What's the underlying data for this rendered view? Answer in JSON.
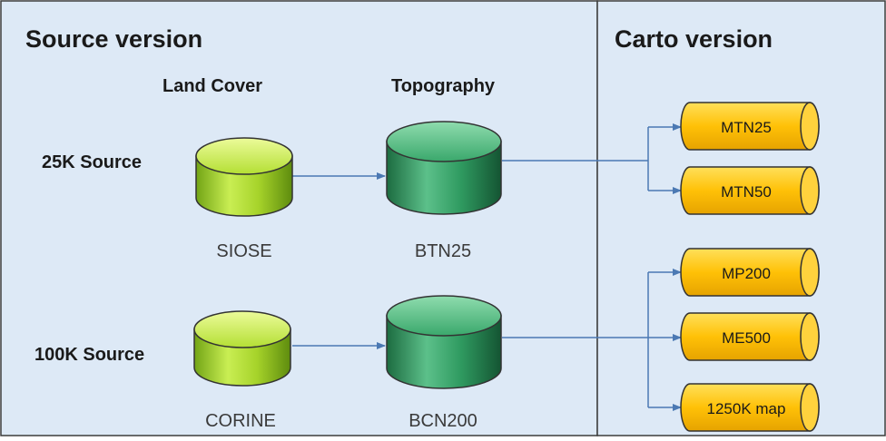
{
  "panels": {
    "source": {
      "title": "Source version"
    },
    "carto": {
      "title": "Carto version"
    }
  },
  "columns": {
    "land_cover": "Land Cover",
    "topography": "Topography"
  },
  "rows": {
    "k25": "25K Source",
    "k100": "100K Source"
  },
  "databases": {
    "siose": "SIOSE",
    "btn25": "BTN25",
    "corine": "CORINE",
    "bcn200": "BCN200"
  },
  "products": {
    "mtn25": "MTN25",
    "mtn50": "MTN50",
    "mp200": "MP200",
    "me500": "ME500",
    "map1250k": "1250K map"
  },
  "colors": {
    "panel_bg": "#dde9f6",
    "panel_border": "#3c3c3c",
    "line": "#4b79b3",
    "land_cover_fill": "#a6d32a",
    "topography_fill": "#2f9a60",
    "product_fill": "#ffc107"
  }
}
